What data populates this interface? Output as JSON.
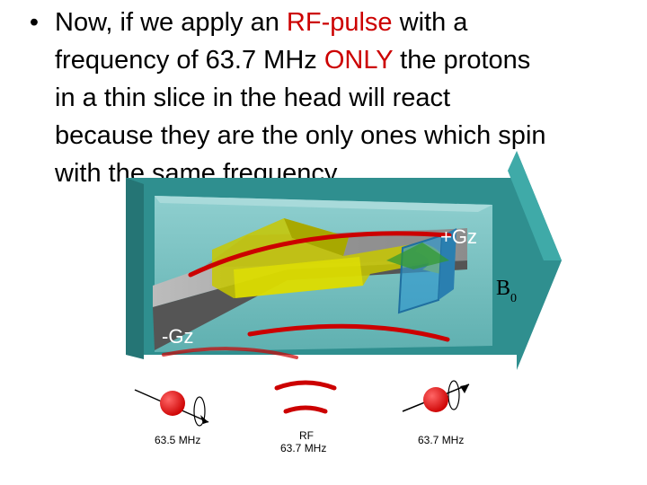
{
  "bullet": {
    "marker": "•",
    "line1_a": "Now, if we apply an ",
    "line1_rf": "RF-pulse",
    "line1_b": " with a",
    "line2_a": "frequency of 63.7 MHz ",
    "line2_only": "ONLY",
    "line2_b": " the protons",
    "line3": "in a thin slice in the head will react",
    "line4": "because they are the only ones which spin",
    "line5": "with the same frequency"
  },
  "diagram": {
    "plus_gz": "+Gz",
    "minus_gz": "-Gz",
    "b0_main": "B",
    "b0_sub": "0",
    "left_freq": "63.5 MHz",
    "right_freq": "63.7 MHz",
    "rf_label": "RF",
    "rf_freq": "63.7 MHz",
    "colors": {
      "teal": "#2f8f8f",
      "slab": "#6fbfc0",
      "red": "#cc0000",
      "yellow": "#c8c800",
      "blue": "#3399cc",
      "green": "#339933",
      "accent_text": "#cc0000"
    }
  }
}
